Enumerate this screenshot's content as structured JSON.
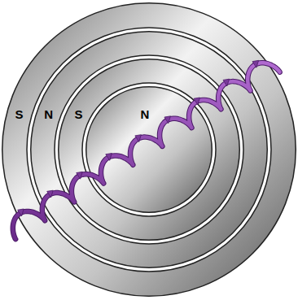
{
  "diagram": {
    "nodes": [
      {
        "text": [
          "S"
        ]
      },
      {
        "text": [
          "N"
        ],
        "in": 0
      },
      {
        "text": [
          "S"
        ],
        "in": 1
      },
      {
        "text": [
          "N"
        ],
        "in": 2
      }
    ]
  }
}
